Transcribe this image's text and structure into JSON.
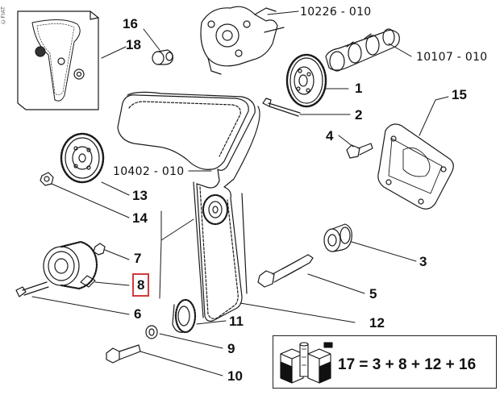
{
  "side_logo_text": "©FIAT",
  "labels": {
    "l1": "1",
    "l2": "2",
    "l3": "3",
    "l4": "4",
    "l5": "5",
    "l6": "6",
    "l7": "7",
    "l8": "8",
    "l9": "9",
    "l10": "10",
    "l11": "11",
    "l12": "12",
    "l13": "13",
    "l14": "14",
    "l15": "15",
    "l16": "16",
    "l18": "18"
  },
  "references": {
    "r10226": "10226 - 010",
    "r10107": "10107 - 010",
    "r10402": "10402 - 010"
  },
  "highlighted_label": "8",
  "formula": "17 = 3 + 8 + 12 + 16",
  "colors": {
    "highlight": "#d33a3a",
    "line": "#1a1a1a"
  }
}
